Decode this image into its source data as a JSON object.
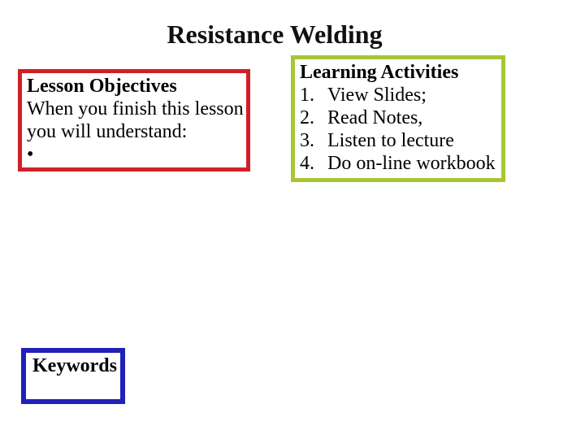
{
  "slide": {
    "title": "Resistance Welding",
    "objectives_box": {
      "heading": "Lesson Objectives",
      "line1": "When you finish this lesson",
      "line2": "you will understand:",
      "bullet": "•"
    },
    "activities_box": {
      "heading": "Learning Activities",
      "items": [
        {
          "number": "1.",
          "text": "View Slides;"
        },
        {
          "number": "2.",
          "text": "Read Notes,"
        },
        {
          "number": "3.",
          "text": "Listen to lecture"
        },
        {
          "number": "4.",
          "text": "Do on-line workbook"
        }
      ]
    },
    "keywords_box": {
      "heading": "Keywords"
    },
    "colors": {
      "background": "#ffffff",
      "text": "#000000",
      "objectives_border": "#d02027",
      "activities_border": "#a7c636",
      "keywords_border": "#2121b8"
    }
  }
}
